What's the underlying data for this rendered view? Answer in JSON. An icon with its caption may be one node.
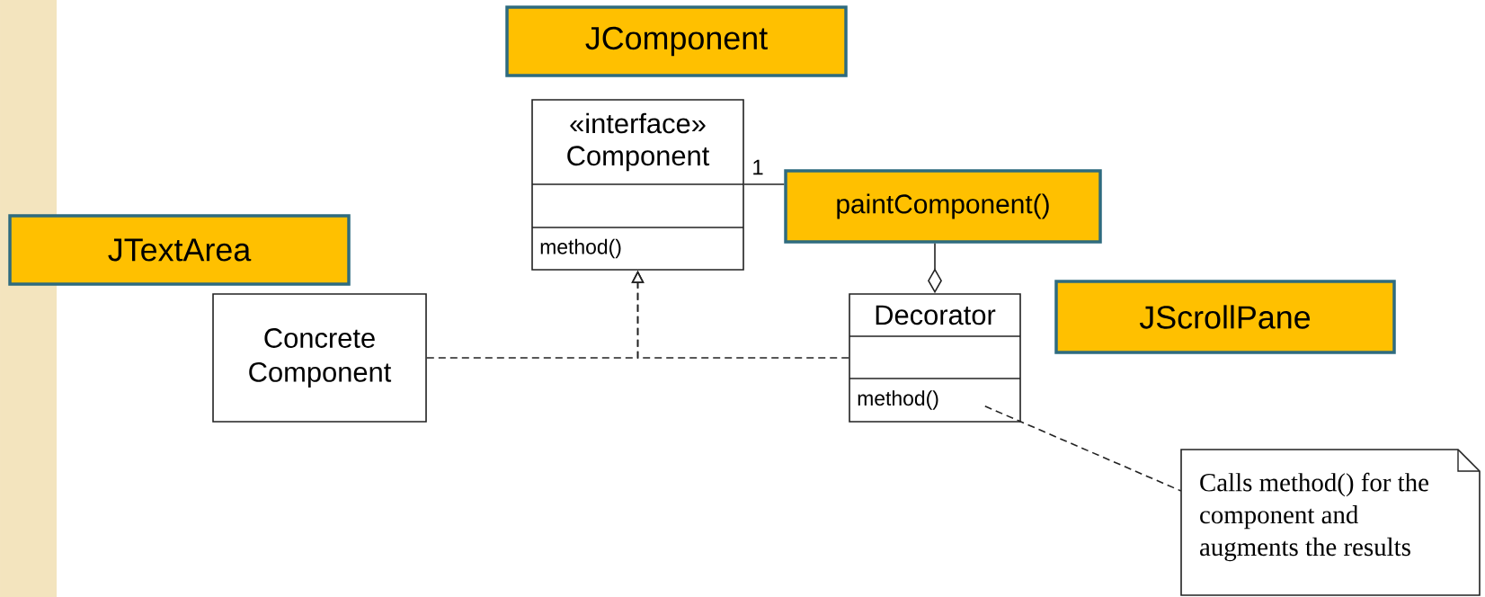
{
  "diagram": {
    "nodes": [
      {
        "text": [
          "JComponent"
        ]
      },
      {
        "text": [
          "«interface» Component",
          "method()"
        ]
      },
      {
        "text": [
          "paintComponent()"
        ]
      },
      {
        "text": [
          "JTextArea"
        ]
      },
      {
        "text": [
          "Concrete Component"
        ]
      },
      {
        "text": [
          "Decorator",
          "method()"
        ]
      },
      {
        "text": [
          "JScrollPane"
        ]
      },
      {
        "text": [
          "Calls method() for the component and augments the results"
        ]
      }
    ],
    "edges": [
      {
        "from": 4,
        "to": 1,
        "arrow": "to",
        "style": "dashed"
      },
      {
        "from": 5,
        "to": 1,
        "arrow": "to",
        "style": "dashed"
      },
      {
        "from": 1,
        "to": 2,
        "arrow": "none",
        "label": "1"
      },
      {
        "from": 2,
        "to": 5,
        "arrow": "other"
      },
      {
        "from": 5,
        "to": 7,
        "arrow": "none",
        "style": "dashed"
      }
    ]
  }
}
